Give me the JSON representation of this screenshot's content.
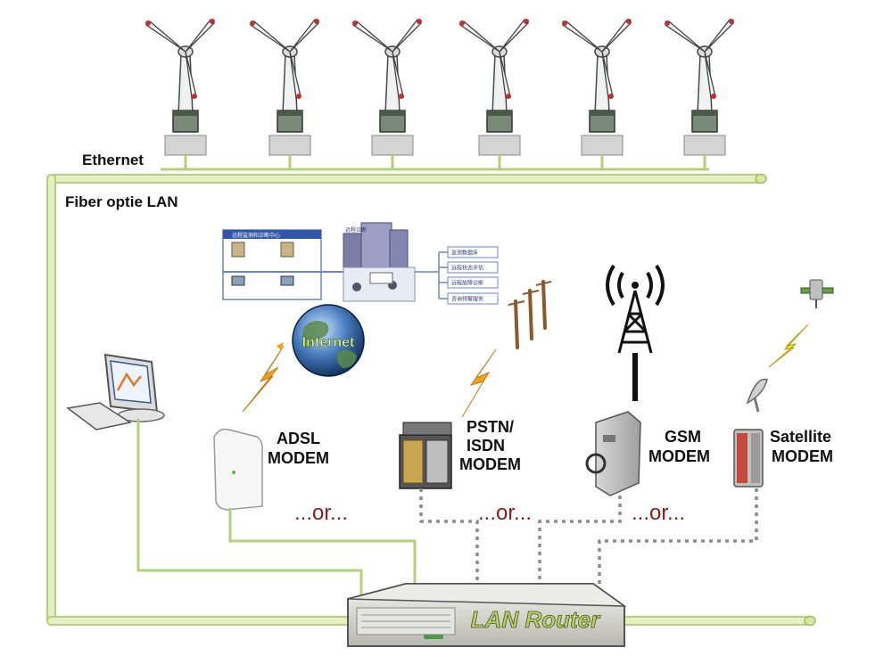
{
  "labels": {
    "ethernet": "Ethernet",
    "fiber_lan": "Fiber optie LAN",
    "internet": "Internet",
    "router": "LAN Router"
  },
  "modems": [
    {
      "id": "adsl",
      "line1": "ADSL",
      "line2": "MODEM"
    },
    {
      "id": "pstn",
      "line1": "PSTN/",
      "line2": "ISDN",
      "line3": "MODEM"
    },
    {
      "id": "gsm",
      "line1": "GSM",
      "line2": "MODEM"
    },
    {
      "id": "satellite",
      "line1": "Satellite",
      "line2": "MODEM"
    }
  ],
  "or_separators": [
    "...or...",
    "...or...",
    "...or..."
  ],
  "remote_center": {
    "panel_title": "远程监测和诊断中心",
    "building_title": "远程诊断",
    "services": [
      "监测数据库",
      "远程状态评估",
      "远程故障诊断",
      "咨询预警服务"
    ]
  },
  "colors": {
    "lan_line": "#b5cf7a",
    "lan_fill": "#e6efc4",
    "dotted_line": "#8c8c8c",
    "lightning": "#f0a020",
    "or_text": "#8a1c1c",
    "router_text": "#7a8f2a"
  },
  "turbine_count": 6
}
